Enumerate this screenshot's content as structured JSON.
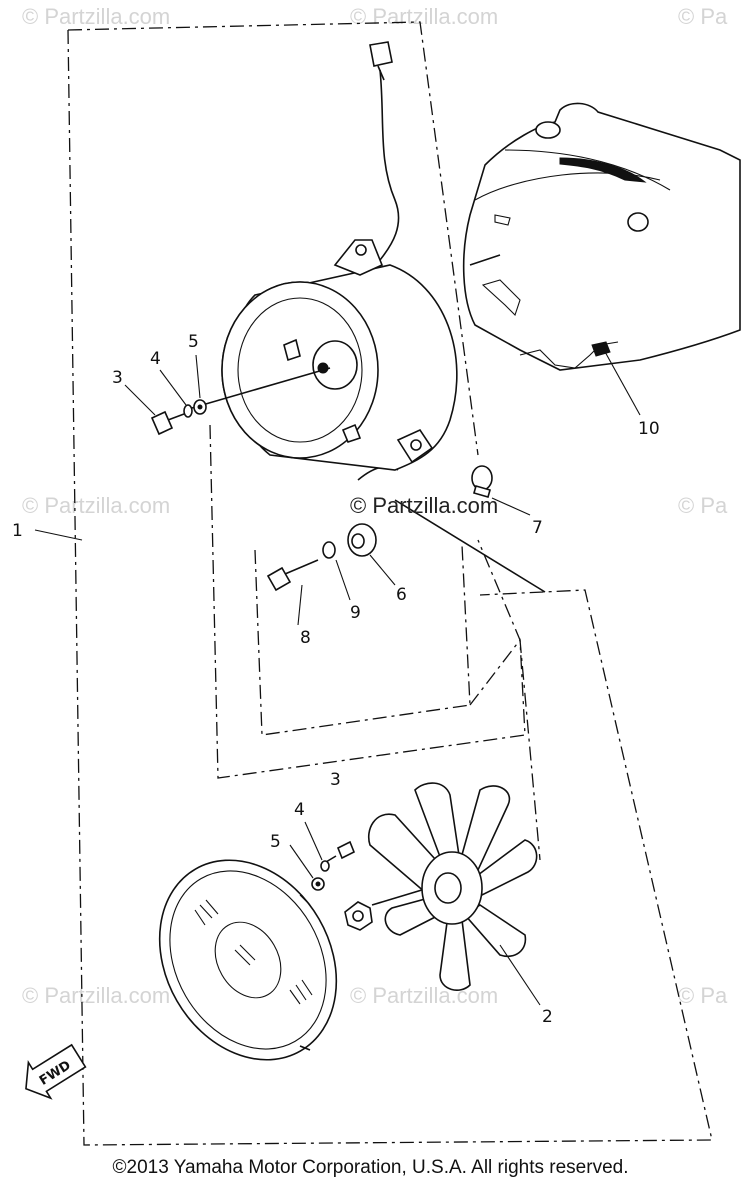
{
  "watermarks": {
    "top_left": "© Partzilla.com",
    "top_center": "© Partzilla.com",
    "top_right": "© Pa",
    "mid_left": "© Partzilla.com",
    "mid_center": "© Partzilla.com",
    "mid_right": "© Pa",
    "bot_left": "© Partzilla.com",
    "bot_center": "© Partzilla.com",
    "bot_right": "© Pa"
  },
  "callouts": {
    "c1": "1",
    "c2": "2",
    "c3a": "3",
    "c4a": "4",
    "c5a": "5",
    "c6": "6",
    "c7": "7",
    "c8": "8",
    "c9": "9",
    "c10": "10",
    "c3b": "3",
    "c4b": "4",
    "c5b": "5"
  },
  "fwd_label": "FWD",
  "copyright": "©2013  Yamaha Motor Corporation, U.S.A. All rights reserved."
}
